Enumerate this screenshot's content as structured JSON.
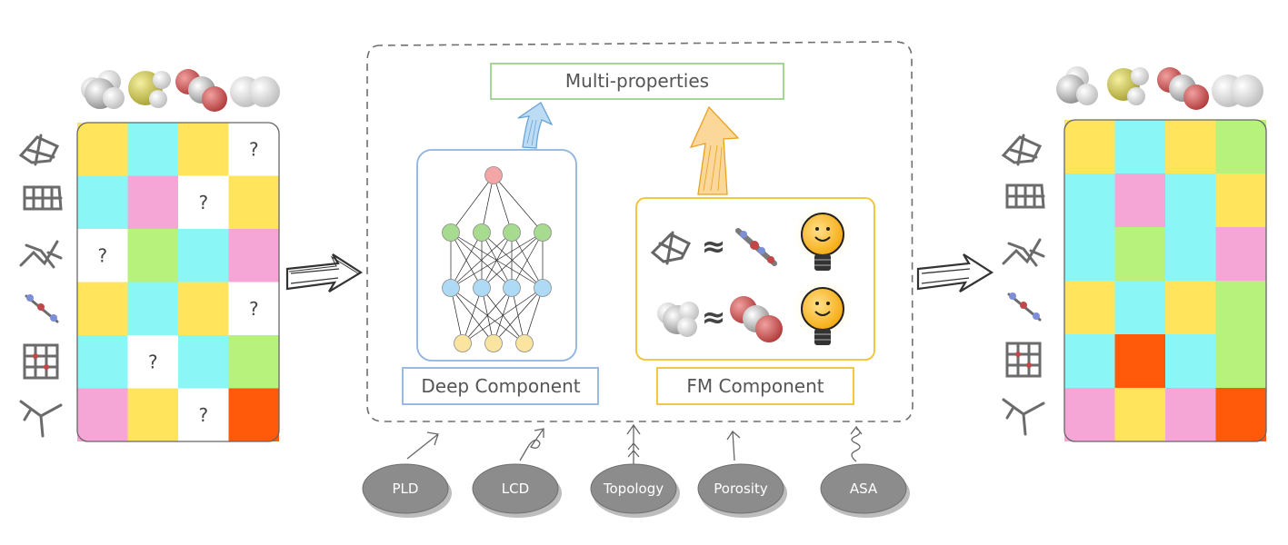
{
  "diagram": {
    "top_box_label": "Multi-properties",
    "deep_component_label": "Deep Component",
    "fm_component_label": "FM Component",
    "input_features": [
      "PLD",
      "LCD",
      "Topology",
      "Porosity",
      "ASA"
    ],
    "unknown_marker": "?",
    "approx_symbol": "≈",
    "colors": {
      "yellow": "#FFE45C",
      "cyan": "#8AF7F6",
      "pink": "#F5A6D6",
      "green": "#B6F27C",
      "orange": "#FF5A0A",
      "white": "#FFFFFF",
      "deep_border": "#8FB3E0",
      "fm_border": "#F2C12E",
      "top_border": "#9BD28C",
      "node_red": "#F4A6A6",
      "node_green": "#A7DB8F",
      "node_blue": "#AEDAF5",
      "node_yellow": "#FBE3A0",
      "oval_fill": "#8C8C8C"
    },
    "left_matrix": [
      [
        "yellow",
        "cyan",
        "yellow",
        "?"
      ],
      [
        "cyan",
        "pink",
        "?",
        "yellow"
      ],
      [
        "?",
        "green",
        "cyan",
        "pink"
      ],
      [
        "yellow",
        "cyan",
        "yellow",
        "?"
      ],
      [
        "cyan",
        "?",
        "cyan",
        "green"
      ],
      [
        "pink",
        "yellow",
        "?",
        "orange"
      ]
    ],
    "right_matrix": [
      [
        "yellow",
        "cyan",
        "yellow",
        "green"
      ],
      [
        "cyan",
        "pink",
        "cyan",
        "yellow"
      ],
      [
        "cyan",
        "green",
        "cyan",
        "pink"
      ],
      [
        "yellow",
        "cyan",
        "yellow",
        "green"
      ],
      [
        "cyan",
        "orange",
        "cyan",
        "green"
      ],
      [
        "pink",
        "yellow",
        "pink",
        "orange"
      ]
    ]
  }
}
